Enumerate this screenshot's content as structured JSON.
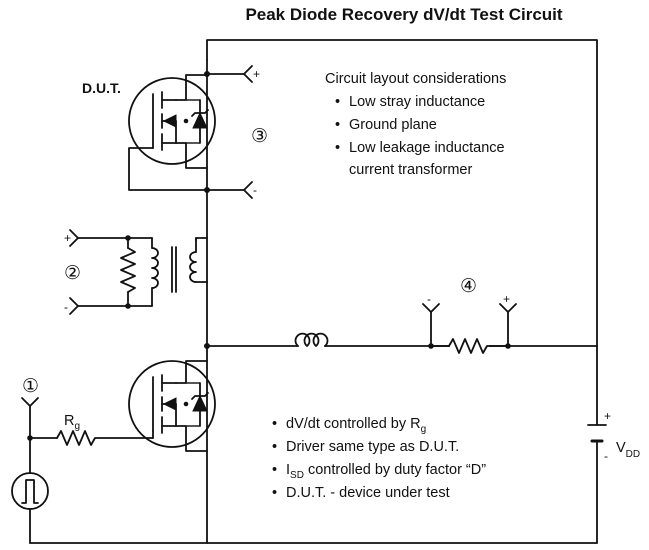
{
  "title": "Peak Diode Recovery dV/dt Test Circuit",
  "dut_label": "D.U.T.",
  "markers": {
    "m1": "①",
    "m2": "②",
    "m3": "③",
    "m4": "④"
  },
  "polarity": {
    "plus": "+",
    "minus": "-"
  },
  "rg_main": "R",
  "rg_sub": "g",
  "vdd_main": "V",
  "vdd_sub": "DD",
  "layout": {
    "heading": "Circuit layout considerations",
    "items": [
      "Low stray inductance",
      "Ground plane",
      "Low leakage inductance",
      "current transformer"
    ]
  },
  "notes": {
    "line1_main": "dV/dt controlled by R",
    "line1_sub": "g",
    "line2": "Driver same type as D.U.T.",
    "line3_pre": "I",
    "line3_sub": "SD",
    "line3_post": " controlled by duty factor “D”",
    "line4": "D.U.T. - device under test"
  },
  "bullet": "•"
}
